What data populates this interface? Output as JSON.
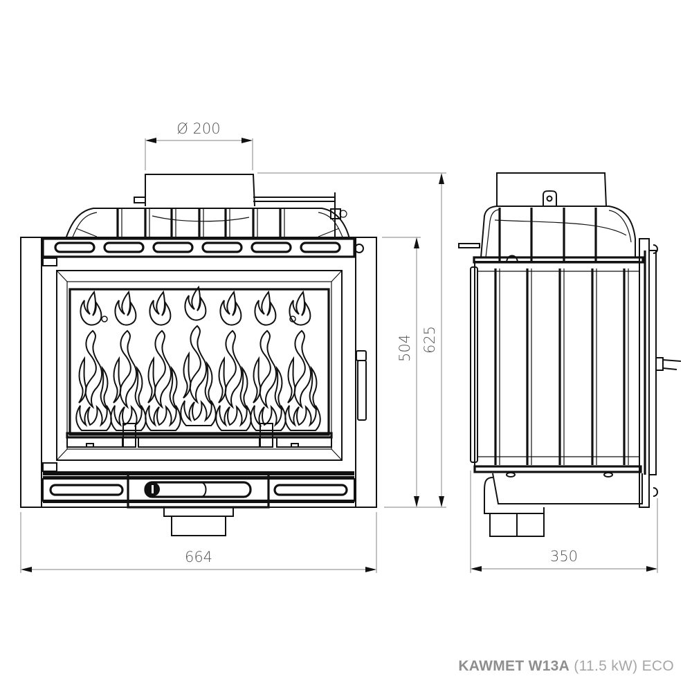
{
  "drawing": {
    "type": "technical-dimension-drawing",
    "subject": "fireplace insert",
    "views": [
      "front-view",
      "side-view"
    ],
    "units": "mm"
  },
  "dimensions": {
    "flue_diameter": "Ø 200",
    "overall_width": "664",
    "body_height": "504",
    "overall_height": "625",
    "depth": "350"
  },
  "caption": {
    "brand_model": "KAWMET W13A",
    "power": "(11.5 kW)",
    "variant": "ECO"
  },
  "colors": {
    "line": "#111111",
    "dimension_line": "#9a9a9a",
    "dimension_text": "#555555",
    "caption_text": "#8e8e8e",
    "background": "#ffffff"
  }
}
